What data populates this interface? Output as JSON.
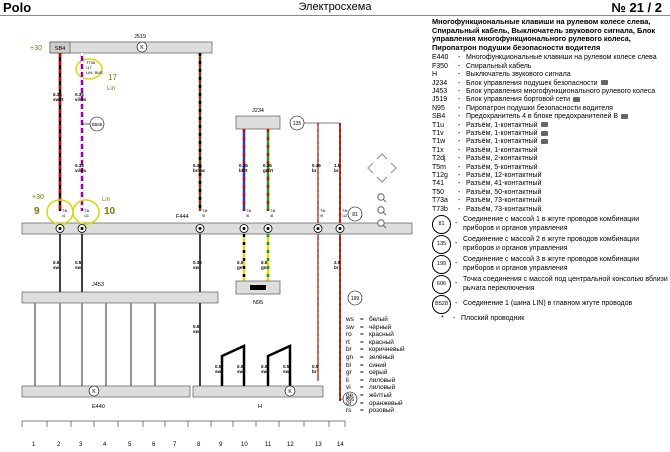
{
  "header": {
    "make": "Polo",
    "title": "Электросхема",
    "page": "№ 21 / 2"
  },
  "diagram": {
    "fuse": "SB4",
    "relay_top": "J519",
    "t73b": "T73b",
    "pins_t73b": [
      "/17",
      "LIN, BUS"
    ],
    "annots": {
      "plus30": "+30",
      "pin17": "17",
      "lin_a": "Lin",
      "plus30b": "+30",
      "pin9": "9",
      "linb": "Lin",
      "pin10": "10"
    },
    "w1": [
      "0.35",
      "sw/rt"
    ],
    "w2": [
      "0.35",
      "vi/ws"
    ],
    "w3": [
      "0.35",
      "vi/ws"
    ],
    "w4": [
      "0.35",
      "br/sw"
    ],
    "w5": [
      "0.35",
      "bl/rt"
    ],
    "w6": [
      "0.35",
      "gn/rt"
    ],
    "w7": [
      "0.35",
      "br"
    ],
    "w8": [
      "1.5",
      "br"
    ],
    "w9": [
      "0.5",
      "sw"
    ],
    "w10": [
      "0.5",
      "sw"
    ],
    "w11": [
      "0.35",
      "sw"
    ],
    "w12": [
      "0.5",
      "sw"
    ],
    "w13": [
      "0.5",
      "ge"
    ],
    "w14": [
      "0.5",
      "gn"
    ],
    "w15": [
      "2.5",
      "br"
    ],
    "w16": [
      "0.5",
      "sw"
    ],
    "w17": [
      "0.5",
      "sw"
    ],
    "w18": [
      "0.5",
      "sw"
    ],
    "w19": [
      "0.5",
      "sw"
    ],
    "w20": [
      "0.5",
      "sw"
    ],
    "w21": [
      "0.5",
      "br"
    ],
    "conn_t4": [
      "T4t",
      "T4t",
      "T4t",
      "T4t",
      "T4t",
      "T4t",
      "T4t"
    ],
    "conn_pins": [
      "/4",
      "/11",
      "/5",
      "/6",
      "/8",
      "/9",
      "/12"
    ],
    "j234": "J234",
    "b568": "B568",
    "c135": "135",
    "c81": "81",
    "c199": "199",
    "c606": "606",
    "f444": "F444",
    "n95": "N95",
    "j453": "J453",
    "e440": "E440",
    "h": "H",
    "k": "K",
    "t12": "T12g",
    "t5": "T5m",
    "t3": "T3n"
  },
  "legend": {
    "heading": "Многофункциональные клавиши на рулевом колесе слева, Спиральный кабель, Выключатель звукового сигнала, Блок управления многофункционального рулевого колеса, Пиропатрон подушки безопасности водителя",
    "items": [
      {
        "code": "E440",
        "desc": "Многофункциональные клавиши на рулевом колесе слева",
        "cam": false
      },
      {
        "code": "F350",
        "desc": "Спиральный кабель",
        "cam": false
      },
      {
        "code": "H",
        "desc": "Выключатель звукового сигнала",
        "cam": false
      },
      {
        "code": "J234",
        "desc": "Блок управления подушек безопасности",
        "cam": true
      },
      {
        "code": "J453",
        "desc": "Блок управления многофункционального рулевого колеса",
        "cam": false
      },
      {
        "code": "J519",
        "desc": "Блок управления бортовой сети",
        "cam": true
      },
      {
        "code": "N95",
        "desc": "Пиропатрон подушки безопасности водителя",
        "cam": false
      },
      {
        "code": "SB4",
        "desc": "Предохранитель 4 в блоке предохранителей B",
        "cam": true
      },
      {
        "code": "T1u",
        "desc": "Разъём, 1-контактный",
        "cam": true
      },
      {
        "code": "T1v",
        "desc": "Разъём, 1-контактный",
        "cam": true
      },
      {
        "code": "T1w",
        "desc": "Разъём, 1-контактный",
        "cam": true
      },
      {
        "code": "T1x",
        "desc": "Разъём, 1-контактный",
        "cam": false
      },
      {
        "code": "T2dj",
        "desc": "Разъём, 2-контактный",
        "cam": false
      },
      {
        "code": "T5m",
        "desc": "Разъём, 5-контактный",
        "cam": false
      },
      {
        "code": "T12g",
        "desc": "Разъём, 12-контактный",
        "cam": false
      },
      {
        "code": "T41",
        "desc": "Разъём, 41-контактный",
        "cam": false
      },
      {
        "code": "T50",
        "desc": "Разъём, 50-контактный",
        "cam": false
      },
      {
        "code": "T73a",
        "desc": "Разъём, 73-контактный",
        "cam": false
      },
      {
        "code": "T73b",
        "desc": "Разъём, 73-контактный",
        "cam": false
      }
    ],
    "grounds": [
      {
        "code": "81",
        "desc": "Соединение с массой 1 в жгуте проводов комбинации приборов и органов управления"
      },
      {
        "code": "135",
        "desc": "Соединение с массой 2 в жгуте проводов комбинации приборов и органов управления"
      },
      {
        "code": "199",
        "desc": "Соединение с массой 3 в жгуте проводов комбинации приборов и органов управления"
      },
      {
        "code": "606",
        "desc": "Точка соединения с массой под центральной консолью вблизи рычага переключения"
      },
      {
        "code": "B528",
        "desc": "Соединение 1 (шина LIN) в главном жгуте проводов"
      },
      {
        "code": "*",
        "desc": "Плоский проводник",
        "plain": true
      }
    ]
  },
  "colors": [
    {
      "code": "ws",
      "name": "белый"
    },
    {
      "code": "sw",
      "name": "чёрный"
    },
    {
      "code": "ro",
      "name": "красный"
    },
    {
      "code": "rt",
      "name": "красный"
    },
    {
      "code": "br",
      "name": "коричневый"
    },
    {
      "code": "gn",
      "name": "зелёный"
    },
    {
      "code": "bl",
      "name": "синий"
    },
    {
      "code": "gr",
      "name": "серый"
    },
    {
      "code": "li",
      "name": "лиловый"
    },
    {
      "code": "vi",
      "name": "лиловый"
    },
    {
      "code": "ge",
      "name": "жёлтый"
    },
    {
      "code": "or",
      "name": "оранжевый"
    },
    {
      "code": "rs",
      "name": "розовый"
    }
  ],
  "cells": [
    "1",
    "2",
    "3",
    "4",
    "5",
    "6",
    "7",
    "8",
    "9",
    "10",
    "11",
    "12",
    "13",
    "14"
  ]
}
